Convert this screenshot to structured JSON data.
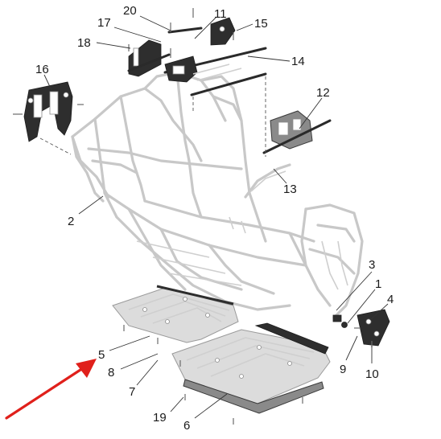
{
  "colors": {
    "arrow": "#e0201b",
    "frame": "#c8c8c8",
    "label": "#1a1a1a",
    "part_dark": "#2e2e2e"
  },
  "callouts": {
    "c1": "1",
    "c2": "2",
    "c3": "3",
    "c4": "4",
    "c5": "5",
    "c6": "6",
    "c7": "7",
    "c8": "8",
    "c9": "9",
    "c10": "10",
    "c11": "11",
    "c12": "12",
    "c13": "13",
    "c14": "14",
    "c15": "15",
    "c16": "16",
    "c17": "17",
    "c18": "18",
    "c19": "19",
    "c20": "20"
  },
  "highlight": {
    "callout": "5",
    "arrow_icon": "red-pointer-arrow-icon"
  }
}
